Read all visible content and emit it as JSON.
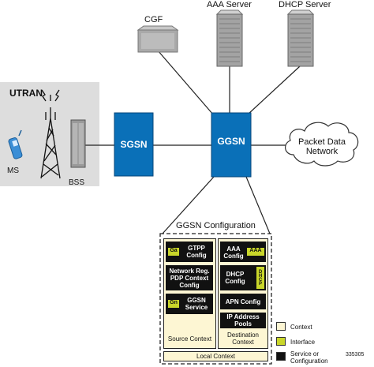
{
  "nodes": {
    "utran_label": "UTRAN",
    "ms_label": "MS",
    "bss_label": "BSS",
    "sgsn_label": "SGSN",
    "ggsn_label": "GGSN",
    "cgf_label": "CGF",
    "aaa_server_label": "AAA Server",
    "dhcp_server_label": "DHCP Server",
    "pdn_label": "Packet Data Network"
  },
  "config": {
    "title": "GGSN Configuration",
    "source_context_label": "Source Context",
    "destination_context_label": "Destination Context",
    "local_context_label": "Local Context",
    "source_services": {
      "gtpp": "GTPP Config",
      "network_reg": "Network Reg. PDP Context Config",
      "ggsn_service": "GGSN Service"
    },
    "source_interfaces": {
      "ga": "Ga",
      "gn": "Gn"
    },
    "destination_services": {
      "aaa": "AAA Config",
      "dhcp": "DHCP Config",
      "apn": "APN Config",
      "ip_pools": "IP Address Pools"
    },
    "destination_interfaces": {
      "aaa": "AAA",
      "dhcp": "DHCP"
    }
  },
  "legend": {
    "context": "Context",
    "interface": "Interface",
    "service": "Service or Configuration"
  },
  "figure_id": "335305",
  "colors": {
    "node_blue": "#0a70b8",
    "utran_bg": "#dddddd",
    "context_fill": "#fdf6d3",
    "interface_fill": "#c9d62a",
    "service_fill": "#111111"
  }
}
